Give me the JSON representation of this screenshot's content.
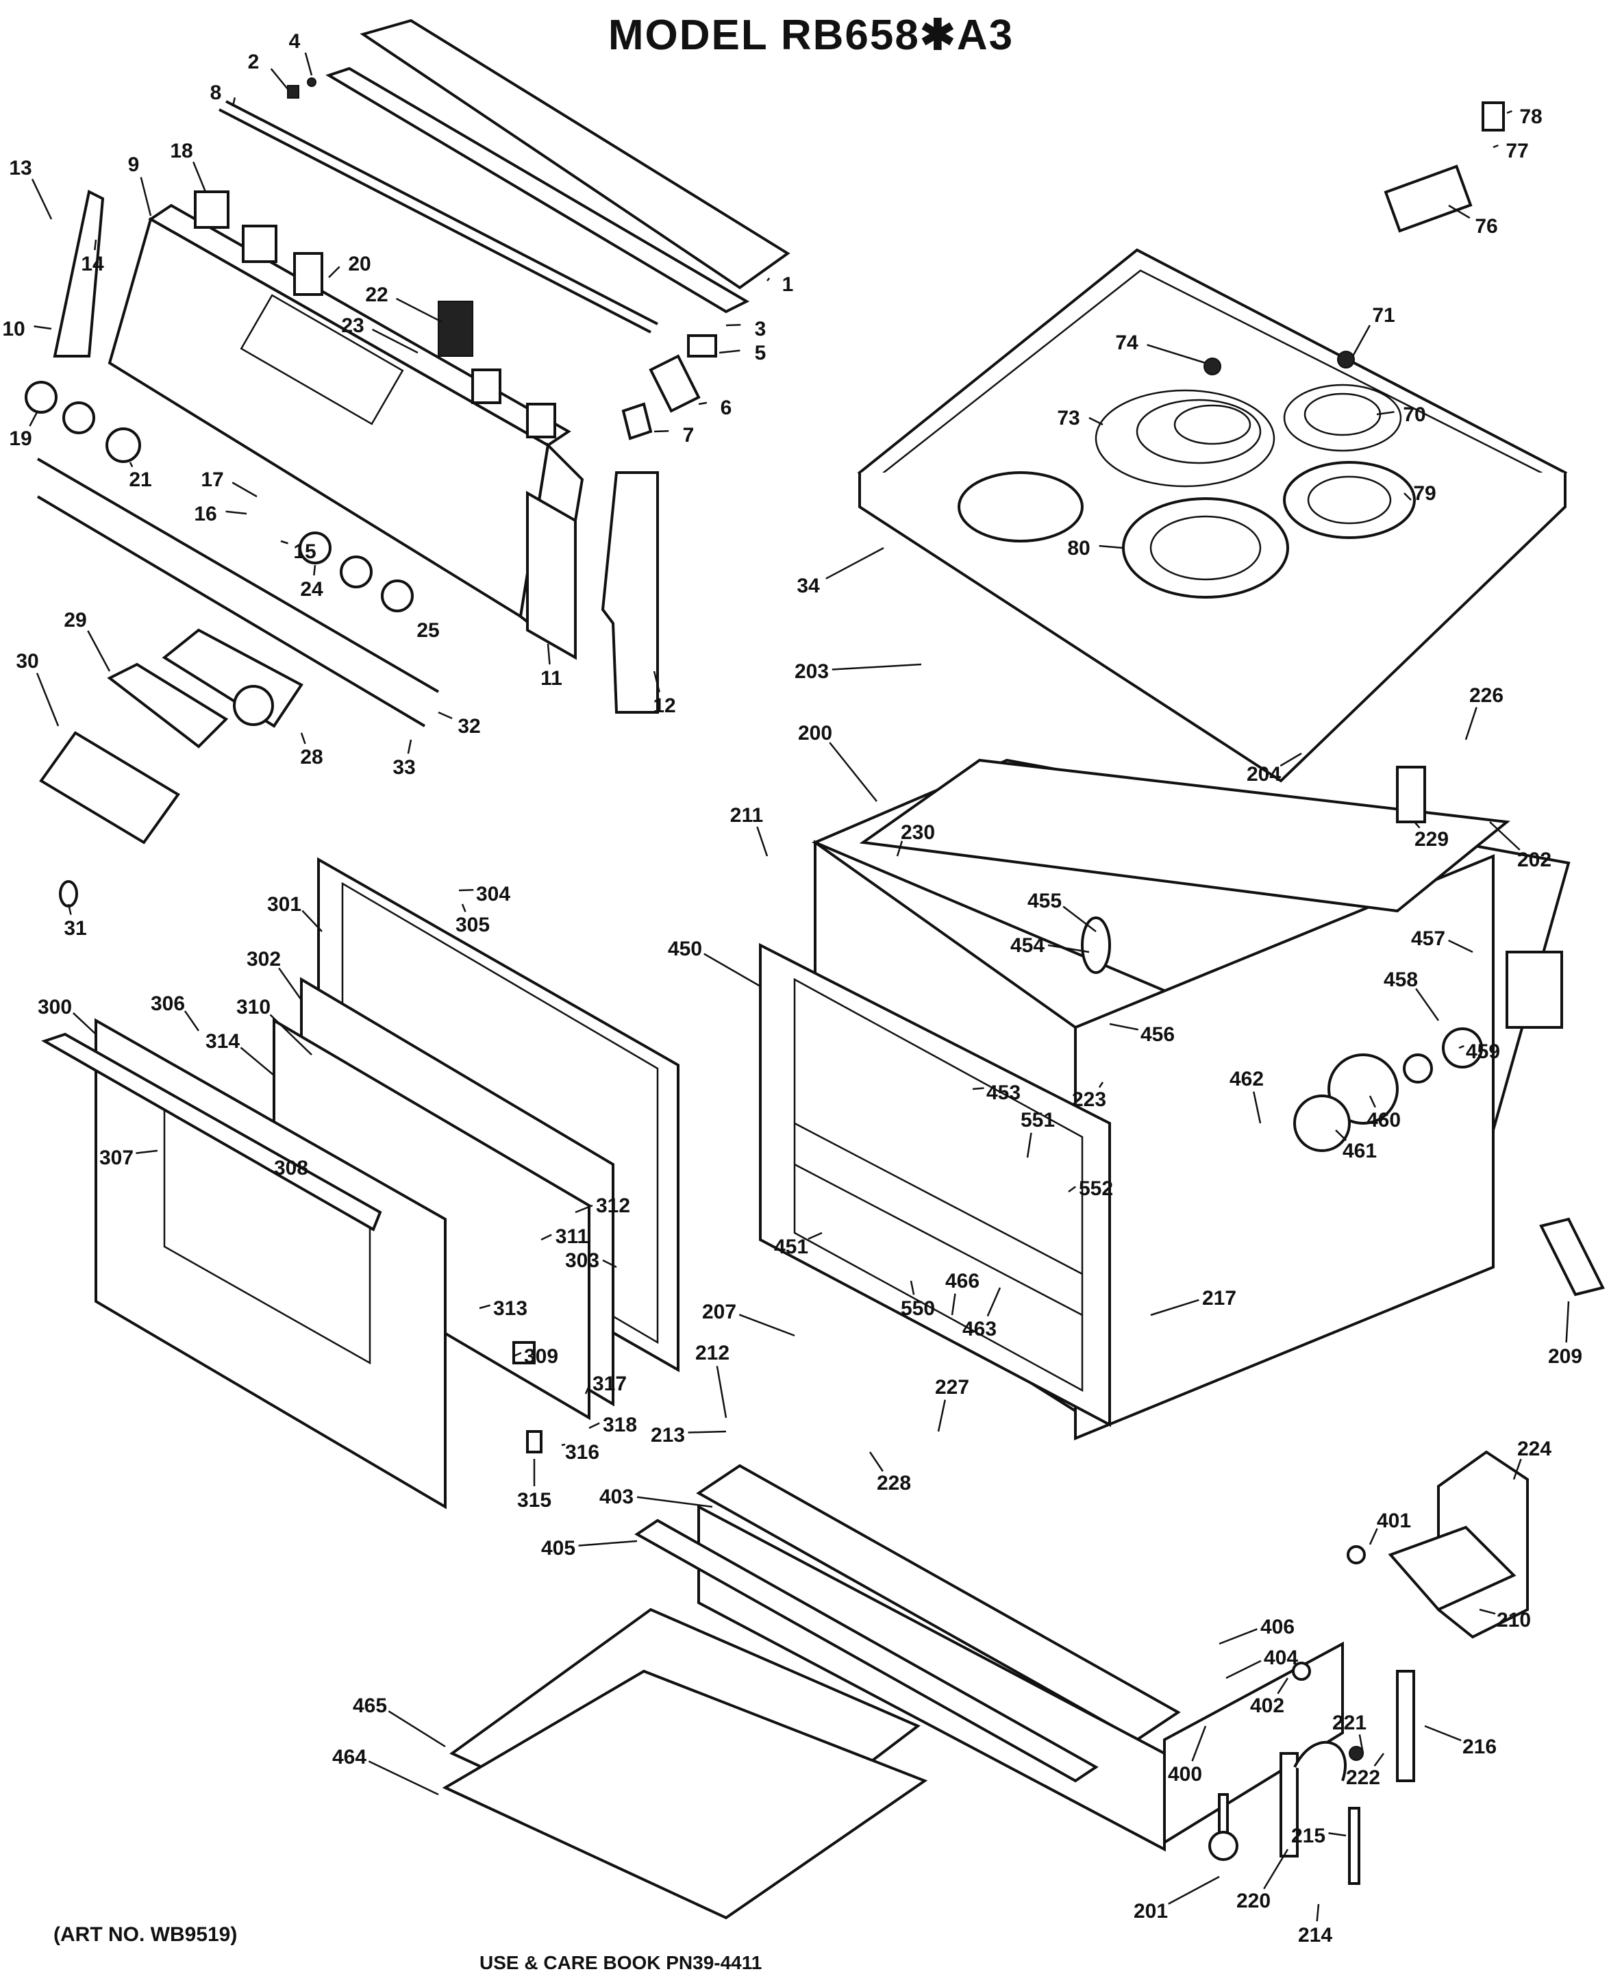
{
  "title": "MODEL  RB658✱A3",
  "art_no": "(ART NO. WB9519)",
  "book": "USE & CARE BOOK PN39-4411",
  "parts": [
    {
      "id": "p1",
      "label": "1"
    },
    {
      "id": "p2",
      "label": "2"
    },
    {
      "id": "p3",
      "label": "3"
    },
    {
      "id": "p4",
      "label": "4"
    },
    {
      "id": "p5",
      "label": "5"
    },
    {
      "id": "p6",
      "label": "6"
    },
    {
      "id": "p7",
      "label": "7"
    },
    {
      "id": "p8",
      "label": "8"
    },
    {
      "id": "p9",
      "label": "9"
    },
    {
      "id": "p10",
      "label": "10"
    },
    {
      "id": "p11",
      "label": "11"
    },
    {
      "id": "p12",
      "label": "12"
    },
    {
      "id": "p13",
      "label": "13"
    },
    {
      "id": "p14",
      "label": "14"
    },
    {
      "id": "p15",
      "label": "15"
    },
    {
      "id": "p16",
      "label": "16"
    },
    {
      "id": "p17",
      "label": "17"
    },
    {
      "id": "p18",
      "label": "18"
    },
    {
      "id": "p19",
      "label": "19"
    },
    {
      "id": "p20",
      "label": "20"
    },
    {
      "id": "p21",
      "label": "21"
    },
    {
      "id": "p22",
      "label": "22"
    },
    {
      "id": "p23",
      "label": "23"
    },
    {
      "id": "p24",
      "label": "24"
    },
    {
      "id": "p25",
      "label": "25"
    },
    {
      "id": "p28",
      "label": "28"
    },
    {
      "id": "p29",
      "label": "29"
    },
    {
      "id": "p30",
      "label": "30"
    },
    {
      "id": "p31",
      "label": "31"
    },
    {
      "id": "p32",
      "label": "32"
    },
    {
      "id": "p33",
      "label": "33"
    },
    {
      "id": "p34",
      "label": "34"
    },
    {
      "id": "p70",
      "label": "70"
    },
    {
      "id": "p71",
      "label": "71"
    },
    {
      "id": "p73",
      "label": "73"
    },
    {
      "id": "p74",
      "label": "74"
    },
    {
      "id": "p76",
      "label": "76"
    },
    {
      "id": "p77",
      "label": "77"
    },
    {
      "id": "p78",
      "label": "78"
    },
    {
      "id": "p79",
      "label": "79"
    },
    {
      "id": "p80",
      "label": "80"
    },
    {
      "id": "p200",
      "label": "200"
    },
    {
      "id": "p201",
      "label": "201"
    },
    {
      "id": "p202",
      "label": "202"
    },
    {
      "id": "p203",
      "label": "203"
    },
    {
      "id": "p204",
      "label": "204"
    },
    {
      "id": "p207",
      "label": "207"
    },
    {
      "id": "p209",
      "label": "209"
    },
    {
      "id": "p210",
      "label": "210"
    },
    {
      "id": "p211",
      "label": "211"
    },
    {
      "id": "p212",
      "label": "212"
    },
    {
      "id": "p213",
      "label": "213"
    },
    {
      "id": "p214",
      "label": "214"
    },
    {
      "id": "p215",
      "label": "215"
    },
    {
      "id": "p216",
      "label": "216"
    },
    {
      "id": "p217",
      "label": "217"
    },
    {
      "id": "p220",
      "label": "220"
    },
    {
      "id": "p221",
      "label": "221"
    },
    {
      "id": "p222",
      "label": "222"
    },
    {
      "id": "p223",
      "label": "223"
    },
    {
      "id": "p224",
      "label": "224"
    },
    {
      "id": "p226",
      "label": "226"
    },
    {
      "id": "p227",
      "label": "227"
    },
    {
      "id": "p228",
      "label": "228"
    },
    {
      "id": "p229",
      "label": "229"
    },
    {
      "id": "p230",
      "label": "230"
    },
    {
      "id": "p300",
      "label": "300"
    },
    {
      "id": "p301",
      "label": "301"
    },
    {
      "id": "p302",
      "label": "302"
    },
    {
      "id": "p303",
      "label": "303"
    },
    {
      "id": "p304",
      "label": "304"
    },
    {
      "id": "p305",
      "label": "305"
    },
    {
      "id": "p306",
      "label": "306"
    },
    {
      "id": "p307",
      "label": "307"
    },
    {
      "id": "p308",
      "label": "308"
    },
    {
      "id": "p309",
      "label": "309"
    },
    {
      "id": "p310",
      "label": "310"
    },
    {
      "id": "p311",
      "label": "311"
    },
    {
      "id": "p312",
      "label": "312"
    },
    {
      "id": "p313",
      "label": "313"
    },
    {
      "id": "p314",
      "label": "314"
    },
    {
      "id": "p315",
      "label": "315"
    },
    {
      "id": "p316",
      "label": "316"
    },
    {
      "id": "p317",
      "label": "317"
    },
    {
      "id": "p318",
      "label": "318"
    },
    {
      "id": "p400",
      "label": "400"
    },
    {
      "id": "p401",
      "label": "401"
    },
    {
      "id": "p402",
      "label": "402"
    },
    {
      "id": "p403",
      "label": "403"
    },
    {
      "id": "p404",
      "label": "404"
    },
    {
      "id": "p405",
      "label": "405"
    },
    {
      "id": "p406",
      "label": "406"
    },
    {
      "id": "p450",
      "label": "450"
    },
    {
      "id": "p451",
      "label": "451"
    },
    {
      "id": "p453",
      "label": "453"
    },
    {
      "id": "p454",
      "label": "454"
    },
    {
      "id": "p455",
      "label": "455"
    },
    {
      "id": "p456",
      "label": "456"
    },
    {
      "id": "p457",
      "label": "457"
    },
    {
      "id": "p458",
      "label": "458"
    },
    {
      "id": "p459",
      "label": "459"
    },
    {
      "id": "p460",
      "label": "460"
    },
    {
      "id": "p461",
      "label": "461"
    },
    {
      "id": "p462",
      "label": "462"
    },
    {
      "id": "p463",
      "label": "463"
    },
    {
      "id": "p464",
      "label": "464"
    },
    {
      "id": "p465",
      "label": "465"
    },
    {
      "id": "p466",
      "label": "466"
    },
    {
      "id": "p550",
      "label": "550"
    },
    {
      "id": "p551",
      "label": "551"
    },
    {
      "id": "p552",
      "label": "552"
    }
  ]
}
